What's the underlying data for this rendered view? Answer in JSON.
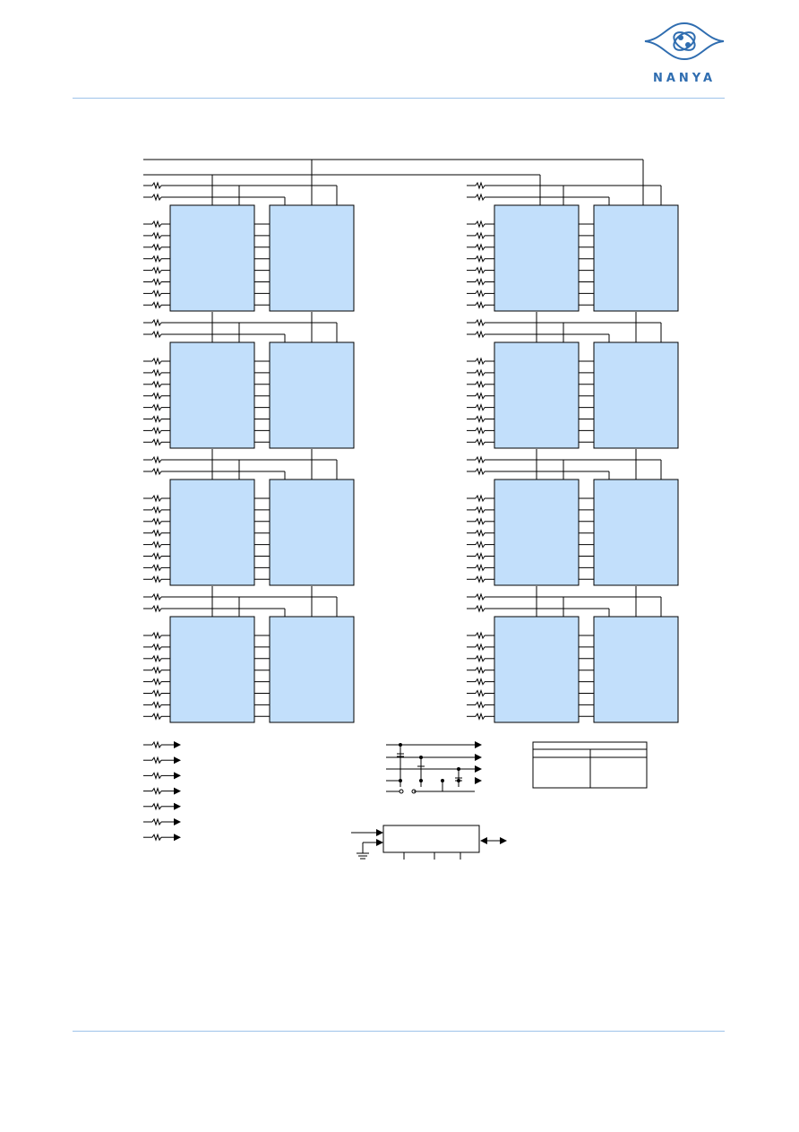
{
  "header": {
    "logo_text": "NANYA",
    "logo_icon": "nanya-emblem-icon"
  },
  "schematic": {
    "columns": 2,
    "ranks_per_column": 4,
    "chips_per_rank": 2,
    "input_resistor_rows_per_rank": 8,
    "control_resistors_per_rank": 2,
    "bottom_left_terminated_outputs": 7,
    "power_rails": 4,
    "colors": {
      "chip_fill": "#c2dffb",
      "line": "#000000",
      "rule": "#9ec3ea",
      "logo": "#2f6db0"
    }
  },
  "legend_table": {
    "header": [
      "",
      ""
    ],
    "rows": [
      [
        "",
        ""
      ]
    ]
  },
  "serial_block": {
    "label": ""
  }
}
